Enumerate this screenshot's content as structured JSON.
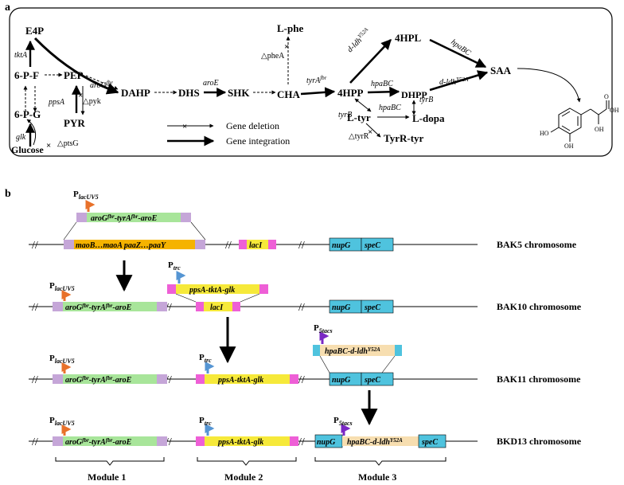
{
  "panel_a": {
    "label": "a",
    "metabolites": {
      "e4p": "E4P",
      "f6p": "6-P-F",
      "g6p": "6-P-G",
      "glucose": "Glucose",
      "pep": "PEP",
      "pyr": "PYR",
      "dahp": "DAHP",
      "dhs": "DHS",
      "shk": "SHK",
      "cha": "CHA",
      "lphe": "L-phe",
      "hpp4": "4HPP",
      "hpl4": "4HPL",
      "dhpp": "DHPP",
      "saa": "SAA",
      "ltyr": "L-tyr",
      "ldopa": "L-dopa",
      "tyrrtyr": "TyrR-tyr"
    },
    "genes": {
      "tkta": "tktA",
      "glk": "glk",
      "ppsa": "ppsA",
      "dpyk": "△pyk",
      "dptsg": "△ptsG",
      "arog": "aroG",
      "arog_sup": "fbr",
      "aroe": "aroE",
      "dphea": "△pheA",
      "tyra": "tyrA",
      "tyra_sup": "fbr",
      "dldh": "d-ldh",
      "dldh_sup": "Y52A",
      "hpabc": "hpaBC",
      "tyrb": "tyrB",
      "dtyrr": "△tyrR"
    },
    "legend": {
      "deletion": "Gene deletion",
      "integration": "Gene integration"
    }
  },
  "panel_b": {
    "label": "b",
    "promoters": {
      "plac_main": "P",
      "plac_sub": "lacUV5",
      "ptrc_main": "P",
      "ptrc_sub": "trc",
      "p5_main": "P",
      "p5_sub": "5tacs"
    },
    "cassettes": {
      "aro_a": "aroG",
      "aro_s1": "fbr",
      "aro_b": "-tyrA",
      "aro_s2": "fbr",
      "aro_c": "-aroE",
      "maob": "maoB…maoA paaZ…paaY",
      "lacI": "lacI",
      "ppsa": "ppsA-tktA-glk",
      "nupG": "nupG",
      "speC": "speC",
      "hpa_a": "hpaBC-d-ldh",
      "hpa_s": "Y52A"
    },
    "strains": {
      "bak5": "BAK5 chromosome",
      "bak10": "BAK10 chromosome",
      "bak11": "BAK11 chromosome",
      "bkd13": "BKD13 chromosome"
    },
    "modules": {
      "m1": "Module 1",
      "m2": "Module 2",
      "m3": "Module 3"
    }
  },
  "colors": {
    "green": "#a8e59a",
    "orange_bar": "#f5b300",
    "lavender": "#c5a6d8",
    "pink": "#ee5fd6",
    "yellow": "#f6e93a",
    "cyan": "#4fc3de",
    "wheat": "#f7deb0",
    "prom_orange": "#e8712a",
    "prom_blue": "#5595d3",
    "prom_purple": "#7a28c4"
  }
}
